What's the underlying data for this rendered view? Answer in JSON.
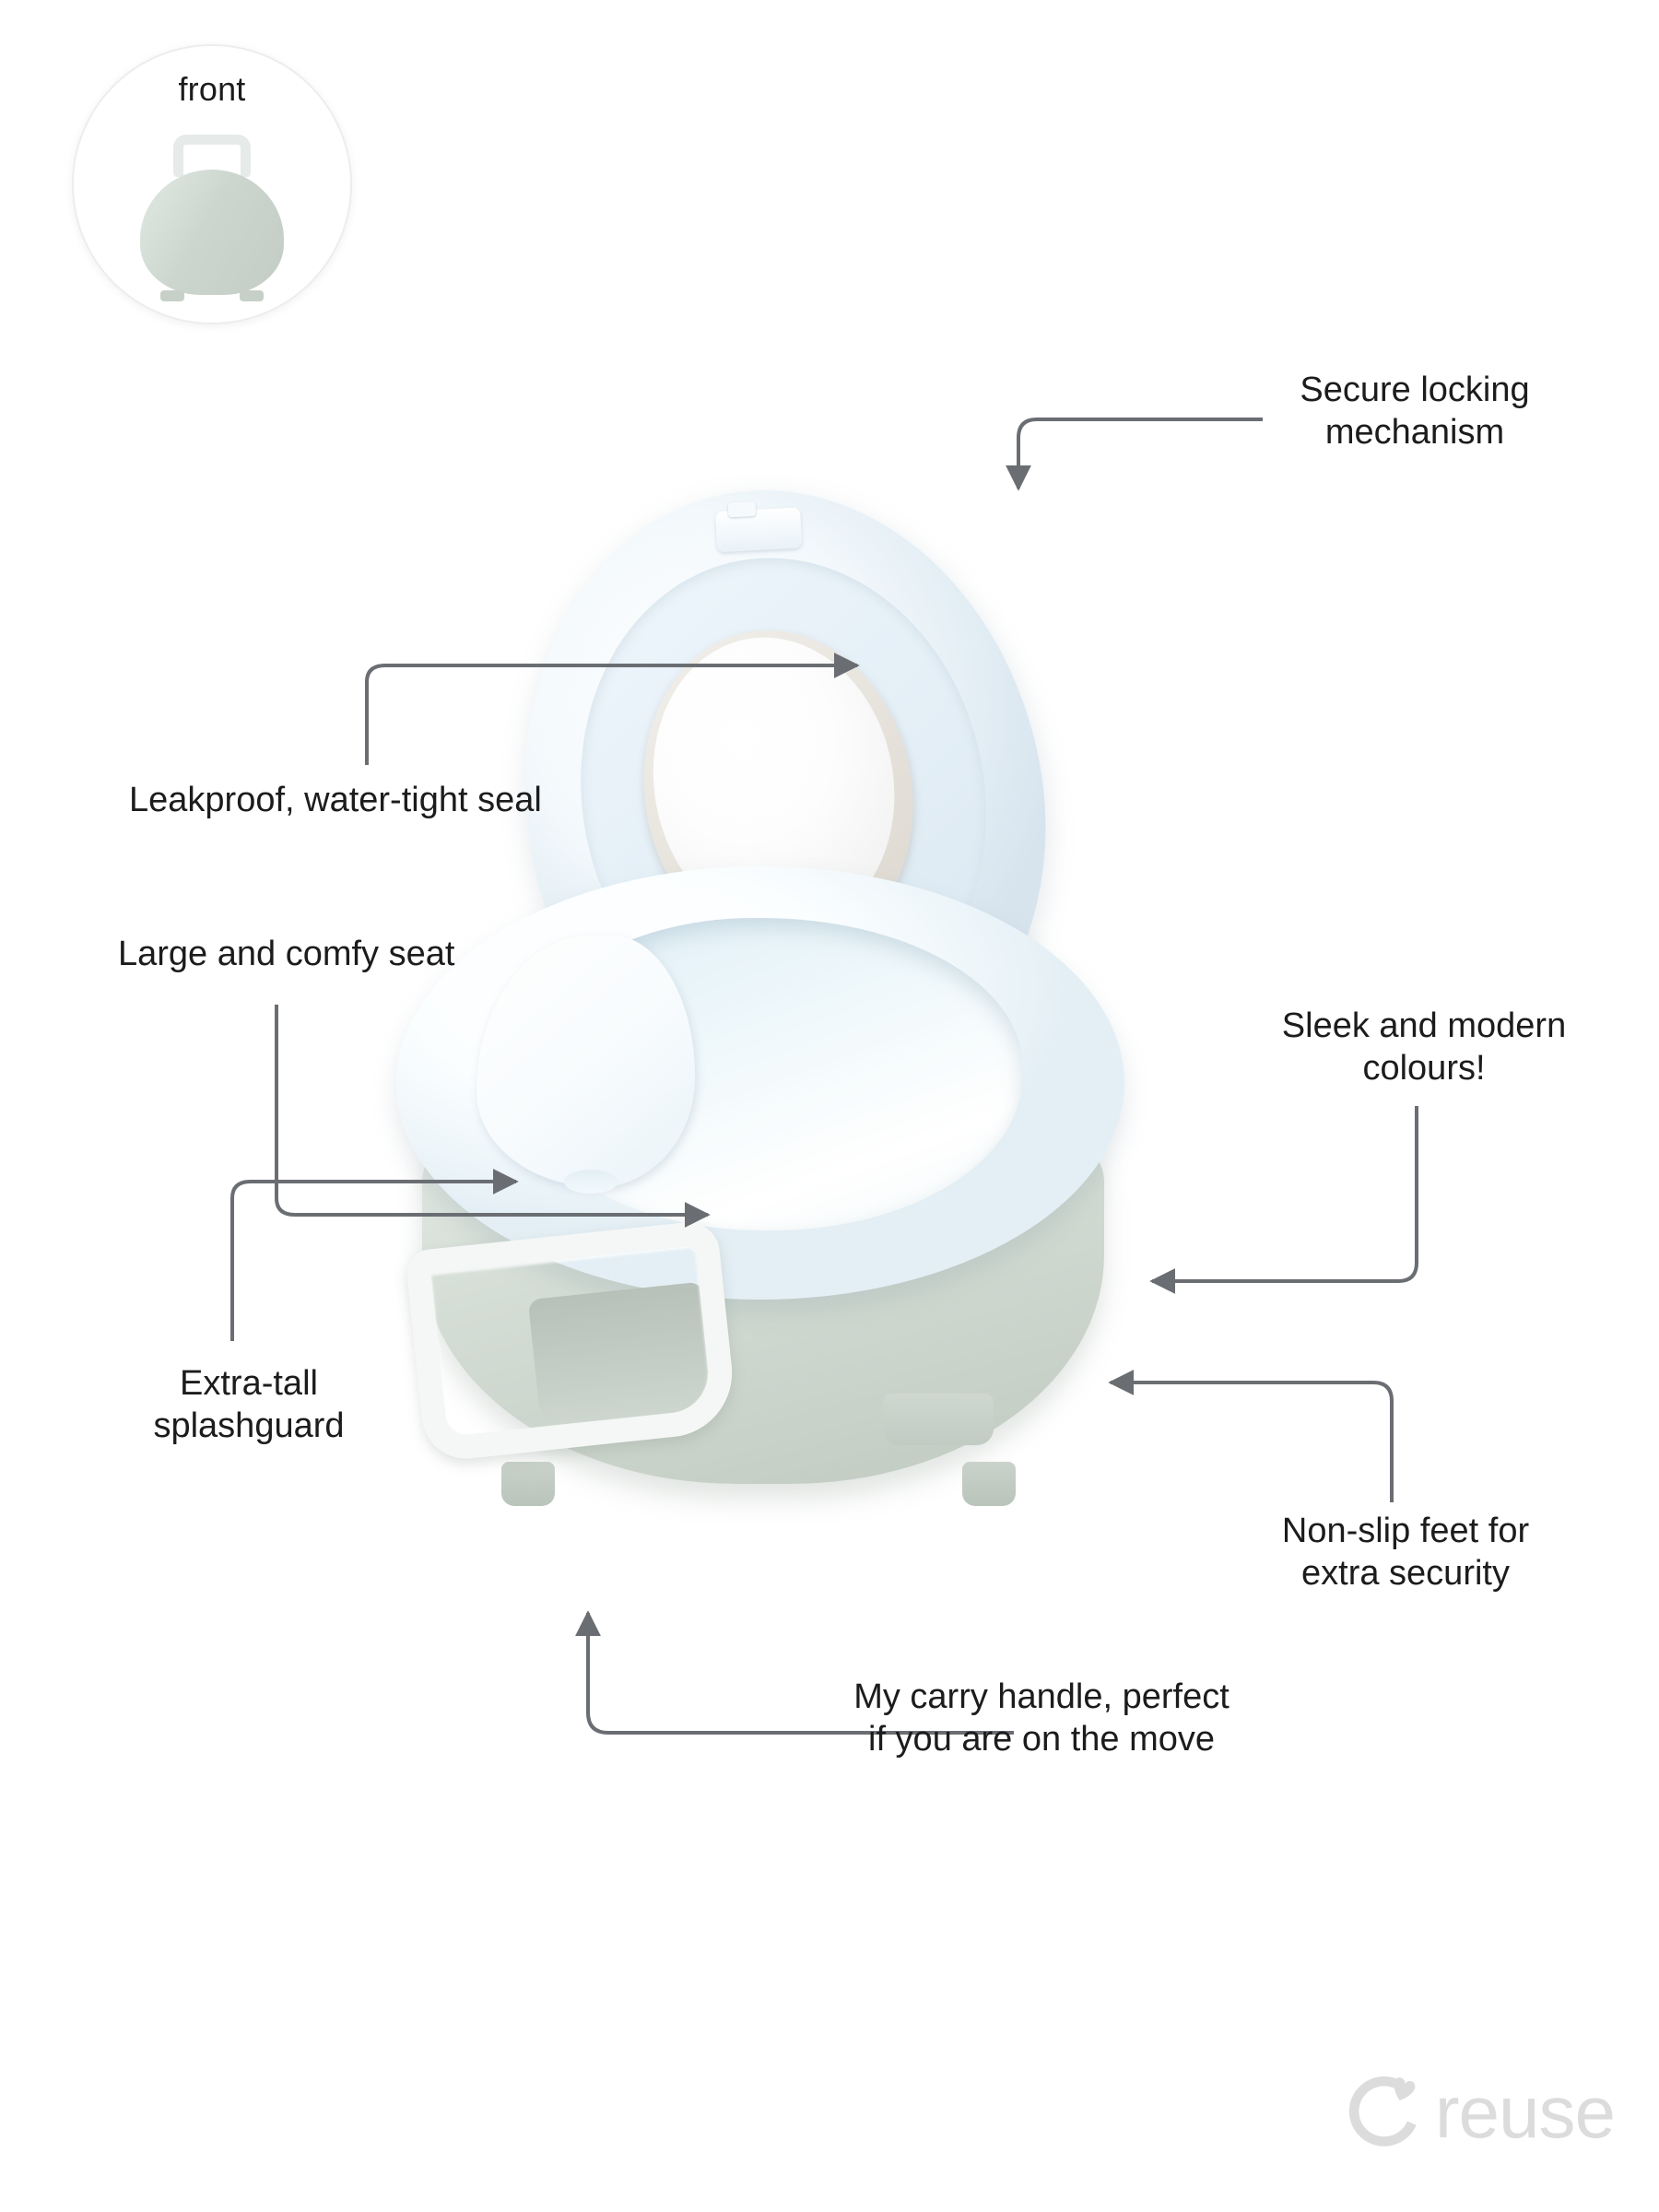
{
  "product": {
    "alt_name": "portable potty with lid",
    "colors": {
      "base_sage": "#ccd6ce",
      "seat_white": "#ffffff",
      "lid_pale_blue": "#e4eff5",
      "gasket_beige": "#e6e2db",
      "connector_gray": "#6a6e73",
      "text_black": "#1c1c1c",
      "logo_gray": "#dcdcdc",
      "background": "#ffffff"
    }
  },
  "thumbnail": {
    "label": "front",
    "icon": "circular-product-thumbnail"
  },
  "callouts": [
    {
      "id": "secure-locking",
      "text": "Secure locking\nmechanism",
      "align": "center"
    },
    {
      "id": "leakproof-seal",
      "text": "Leakproof, water-tight seal",
      "align": "left"
    },
    {
      "id": "comfy-seat",
      "text": "Large and comfy seat",
      "align": "left"
    },
    {
      "id": "splashguard",
      "text": "Extra-tall\nsplashguard",
      "align": "center"
    },
    {
      "id": "modern-colours",
      "text": "Sleek and modern\ncolours!",
      "align": "center"
    },
    {
      "id": "non-slip-feet",
      "text": "Non-slip feet for\nextra security",
      "align": "center"
    },
    {
      "id": "carry-handle",
      "text": "My carry handle, perfect\nif you are on the move",
      "align": "center"
    }
  ],
  "logo": {
    "text": "reuse",
    "icon": "reuse-circular-arrow-heart-icon"
  }
}
